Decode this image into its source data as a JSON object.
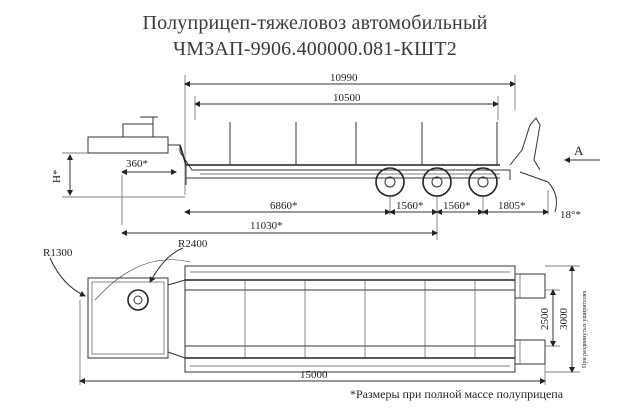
{
  "title_line1": "Полуприцеп-тяжеловоз автомобильный",
  "title_line2": "ЧМЗАП-9906.400000.081-КШТ2",
  "dims": {
    "overall_length": "10990",
    "platform_length": "10500",
    "gooseneck": "360*",
    "height_mark": "H*",
    "front_to_axle": "6860*",
    "axle_gap_1": "1560*",
    "axle_gap_2": "1560*",
    "rear_overhang": "1805*",
    "kingpin_to_axle": "11030*",
    "ramp_angle": "18°*",
    "view_label": "A",
    "radius_front": "R1300",
    "radius_turn": "R2400",
    "total_length_plan": "15000",
    "inner_width": "2500",
    "outer_width": "3000",
    "widener_note": "При раздвинутых уширителях"
  },
  "footnote": "*Размеры при полной массе полуприцепа"
}
